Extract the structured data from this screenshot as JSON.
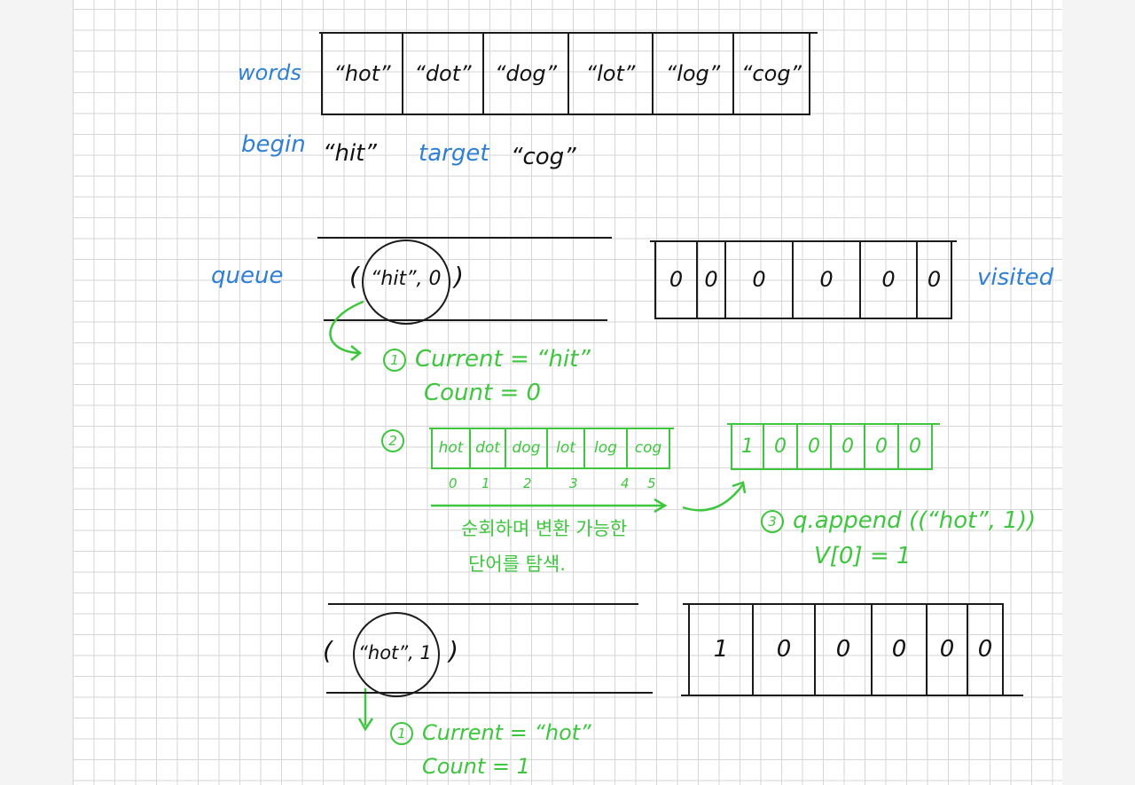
{
  "words_label": "words",
  "words": [
    "“hot”",
    "“dot”",
    "“dog”",
    "“lot”",
    "“log”",
    "“cog”"
  ],
  "begin_label": "begin",
  "begin_value": "“hit”",
  "target_label": "target",
  "target_value": "“cog”",
  "queue_label": "queue",
  "queue1": {
    "open": "(",
    "entry": "“hit”, 0",
    "close": ")"
  },
  "visited_label": "visited",
  "visited1": [
    "0",
    "0",
    "0",
    "0",
    "0",
    "0"
  ],
  "step1": {
    "num": "1",
    "line1": "Current = “hit”",
    "line2": "Count = 0"
  },
  "step2": {
    "num": "2",
    "words": [
      "hot",
      "dot",
      "dog",
      "lot",
      "log",
      "cog"
    ],
    "indices": [
      "0",
      "1",
      "2",
      "3",
      "4",
      "5"
    ],
    "note_line1": "순회하며 변환 가능한",
    "note_line2": "단어를 탐색."
  },
  "visited2": [
    "1",
    "0",
    "0",
    "0",
    "0",
    "0"
  ],
  "step3": {
    "num": "3",
    "line1": "q.append ((“hot”, 1))",
    "line2": "V[0] = 1"
  },
  "queue2": {
    "open": "(",
    "entry": "“hot”, 1",
    "close": ")"
  },
  "visited3": [
    "1",
    "0",
    "0",
    "0",
    "0",
    "0"
  ],
  "step4": {
    "num": "1",
    "line1": "Current = “hot”",
    "line2": "Count = 1"
  }
}
